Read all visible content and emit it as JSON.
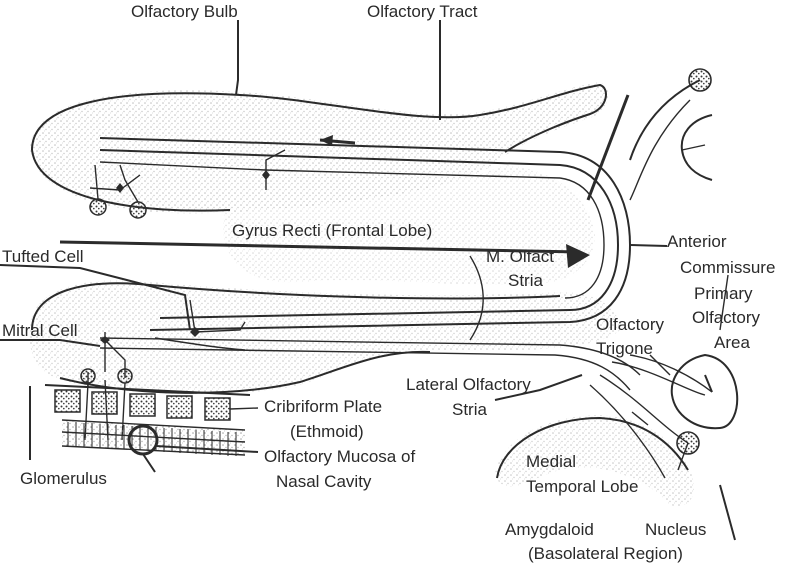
{
  "labels": {
    "olfactory_bulb": "Olfactory Bulb",
    "olfactory_tract": "Olfactory Tract",
    "gyrus_recti": "Gyrus Recti (Frontal Lobe)",
    "tufted_cell": "Tufted Cell",
    "m_olfact_line1": "M. Olfact",
    "m_olfact_line2": "Stria",
    "anterior_line1": "Anterior",
    "anterior_line2": "Commissure",
    "primary_line1": "Primary",
    "primary_line2": "Olfactory",
    "primary_line3": "Area",
    "mitral_cell": "Mitral Cell",
    "olfactory_trigone_line1": "Olfactory",
    "olfactory_trigone_line2": "Trigone",
    "lateral_line1": "Lateral Olfactory",
    "lateral_line2": "Stria",
    "cribriform_line1": "Cribriform Plate",
    "cribriform_line2": "(Ethmoid)",
    "glomerulus": "Glomerulus",
    "mucosa_line1": "Olfactory Mucosa of",
    "mucosa_line2": "Nasal Cavity",
    "medial_temporal_line1": "Medial",
    "medial_temporal_line2": "Temporal Lobe",
    "amygdaloid": "Amygdaloid",
    "nucleus": "Nucleus",
    "basolateral": "(Basolateral Region)"
  },
  "colors": {
    "ink": "#2b2b2b",
    "stipple": "#7a7a7a",
    "cell_fill": "#5a5a5a",
    "background": "#ffffff"
  }
}
